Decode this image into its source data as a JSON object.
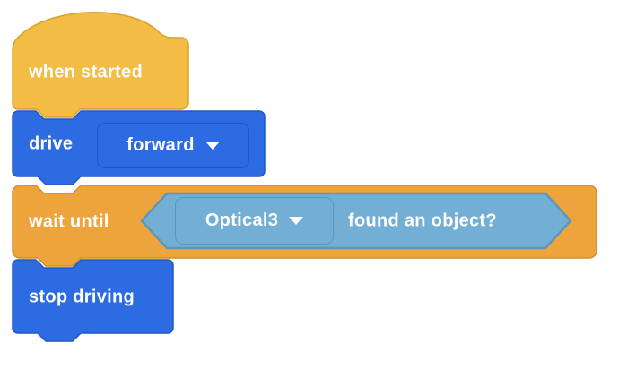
{
  "colors": {
    "hat_fill": "#f3bd45",
    "hat_stroke": "#d9a22a",
    "blue_fill": "#2c6be2",
    "blue_stroke": "#2157c4",
    "orange_fill": "#eea43d",
    "orange_stroke": "#d78c2b",
    "bool_fill": "#73aed5",
    "bool_stroke": "#5e96b8",
    "text": "#ffffff"
  },
  "blocks": {
    "when_started": {
      "label": "when started"
    },
    "drive": {
      "label": "drive",
      "direction_dropdown": {
        "value": "forward"
      }
    },
    "wait_until": {
      "label": "wait until",
      "condition": {
        "sensor_dropdown": {
          "value": "Optical3"
        },
        "label": "found an object?"
      }
    },
    "stop_driving": {
      "label": "stop driving"
    }
  }
}
